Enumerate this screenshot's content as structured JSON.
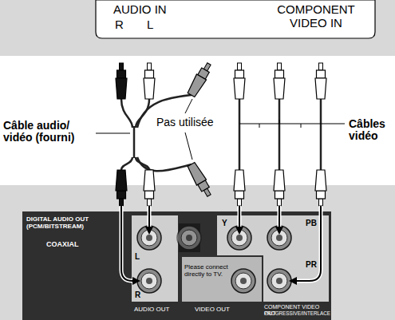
{
  "diagram": {
    "nodes": [
      {
        "text": [
          "AUDIO IN",
          "R",
          "L",
          "COMPONENT VIDEO IN"
        ]
      }
    ],
    "labels": [
      "Câble audio/ vidéo (fourni)",
      "Pas utilisée",
      "Câbles vidéo",
      "DIGITAL AUDIO OUT (PCM/BITSTREAM)",
      "COAXIAL",
      "L",
      "R",
      "Please connect directly to TV.",
      "Y",
      "PB",
      "PR",
      "AUDIO OUT",
      "VIDEO OUT",
      "COMPONENT VIDEO OUT",
      "PROGRESSIVE/INTERLACE"
    ]
  }
}
